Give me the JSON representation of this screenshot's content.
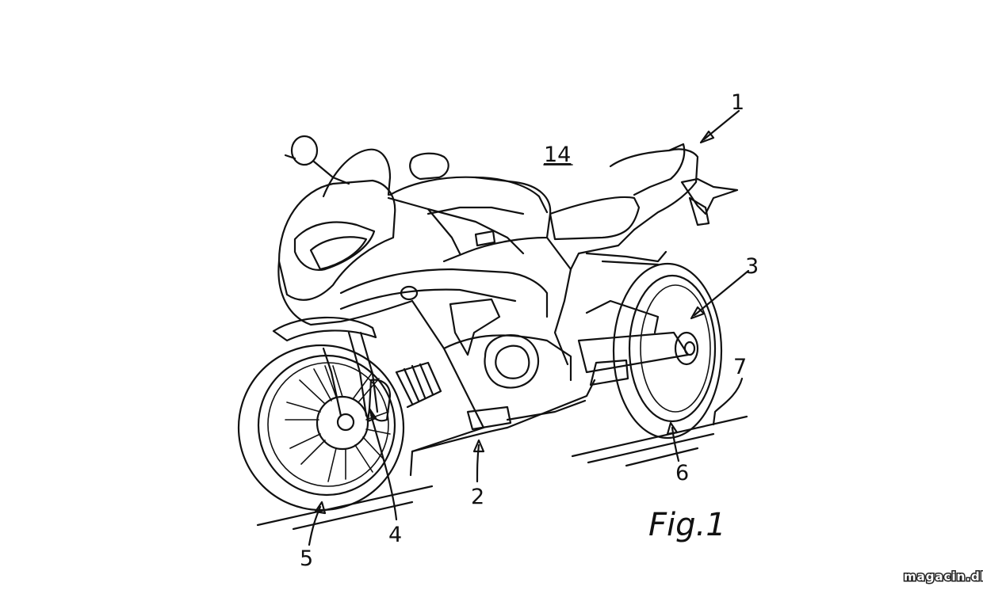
{
  "figure": {
    "caption": "Fig.1",
    "reference_numerals": {
      "vehicle": "1",
      "fairing": "2",
      "rear_wheel_hub": "3",
      "front_brake": "4",
      "front_tire": "5",
      "rear_tire": "6",
      "road_surface": "7",
      "frame_area": "14"
    }
  },
  "watermark": "magacin.dk"
}
